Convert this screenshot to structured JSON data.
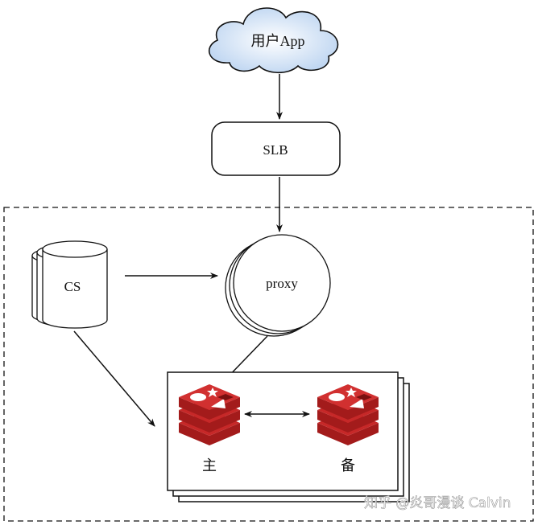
{
  "nodes": {
    "client": "用户App",
    "slb": "SLB",
    "config_server": "CS",
    "proxy": "proxy",
    "master": "主",
    "slave": "备"
  },
  "watermark": "知乎 @炎哥漫谈 Calvin",
  "colors": {
    "redis": "#b01e1e",
    "cloud": "#c9dcf3",
    "line": "#111111"
  }
}
